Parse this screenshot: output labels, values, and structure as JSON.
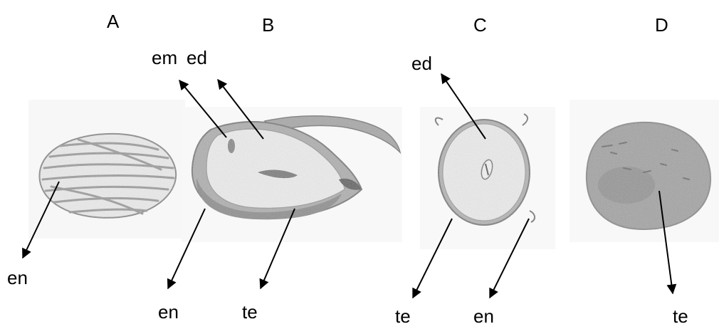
{
  "panels": [
    {
      "id": "A",
      "label": "A",
      "callouts": [
        "en"
      ]
    },
    {
      "id": "B",
      "label": "B",
      "callouts": [
        "em",
        "ed",
        "en",
        "te"
      ]
    },
    {
      "id": "C",
      "label": "C",
      "callouts": [
        "ed",
        "te",
        "en"
      ]
    },
    {
      "id": "D",
      "label": "D",
      "callouts": [
        "te"
      ]
    }
  ],
  "colors": {
    "pencil_dark": "#6f6f6f",
    "pencil_mid": "#9a9a9a",
    "fill_light": "#ececec",
    "fill_dark": "#a8a8a8",
    "arrow": "#000000"
  }
}
